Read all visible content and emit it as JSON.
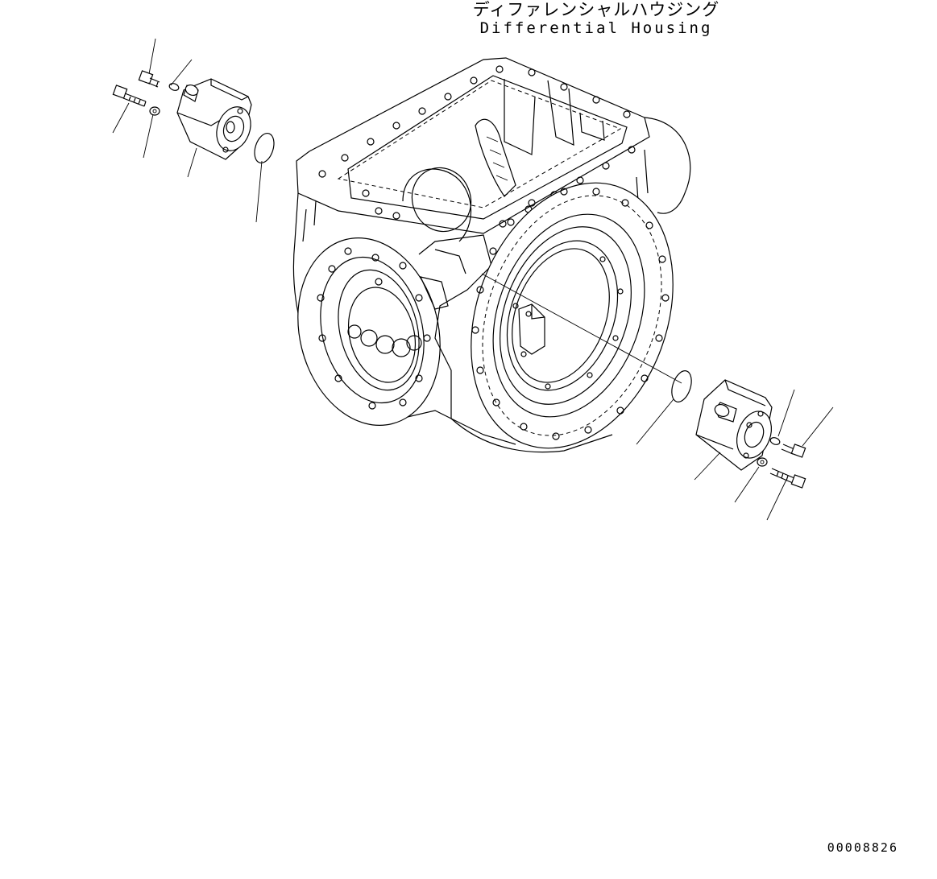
{
  "title": {
    "japanese": "ディファレンシャルハウジング",
    "english": "Differential Housing"
  },
  "drawing_number": "00008826",
  "colors": {
    "line": "#000000",
    "background": "#ffffff"
  }
}
